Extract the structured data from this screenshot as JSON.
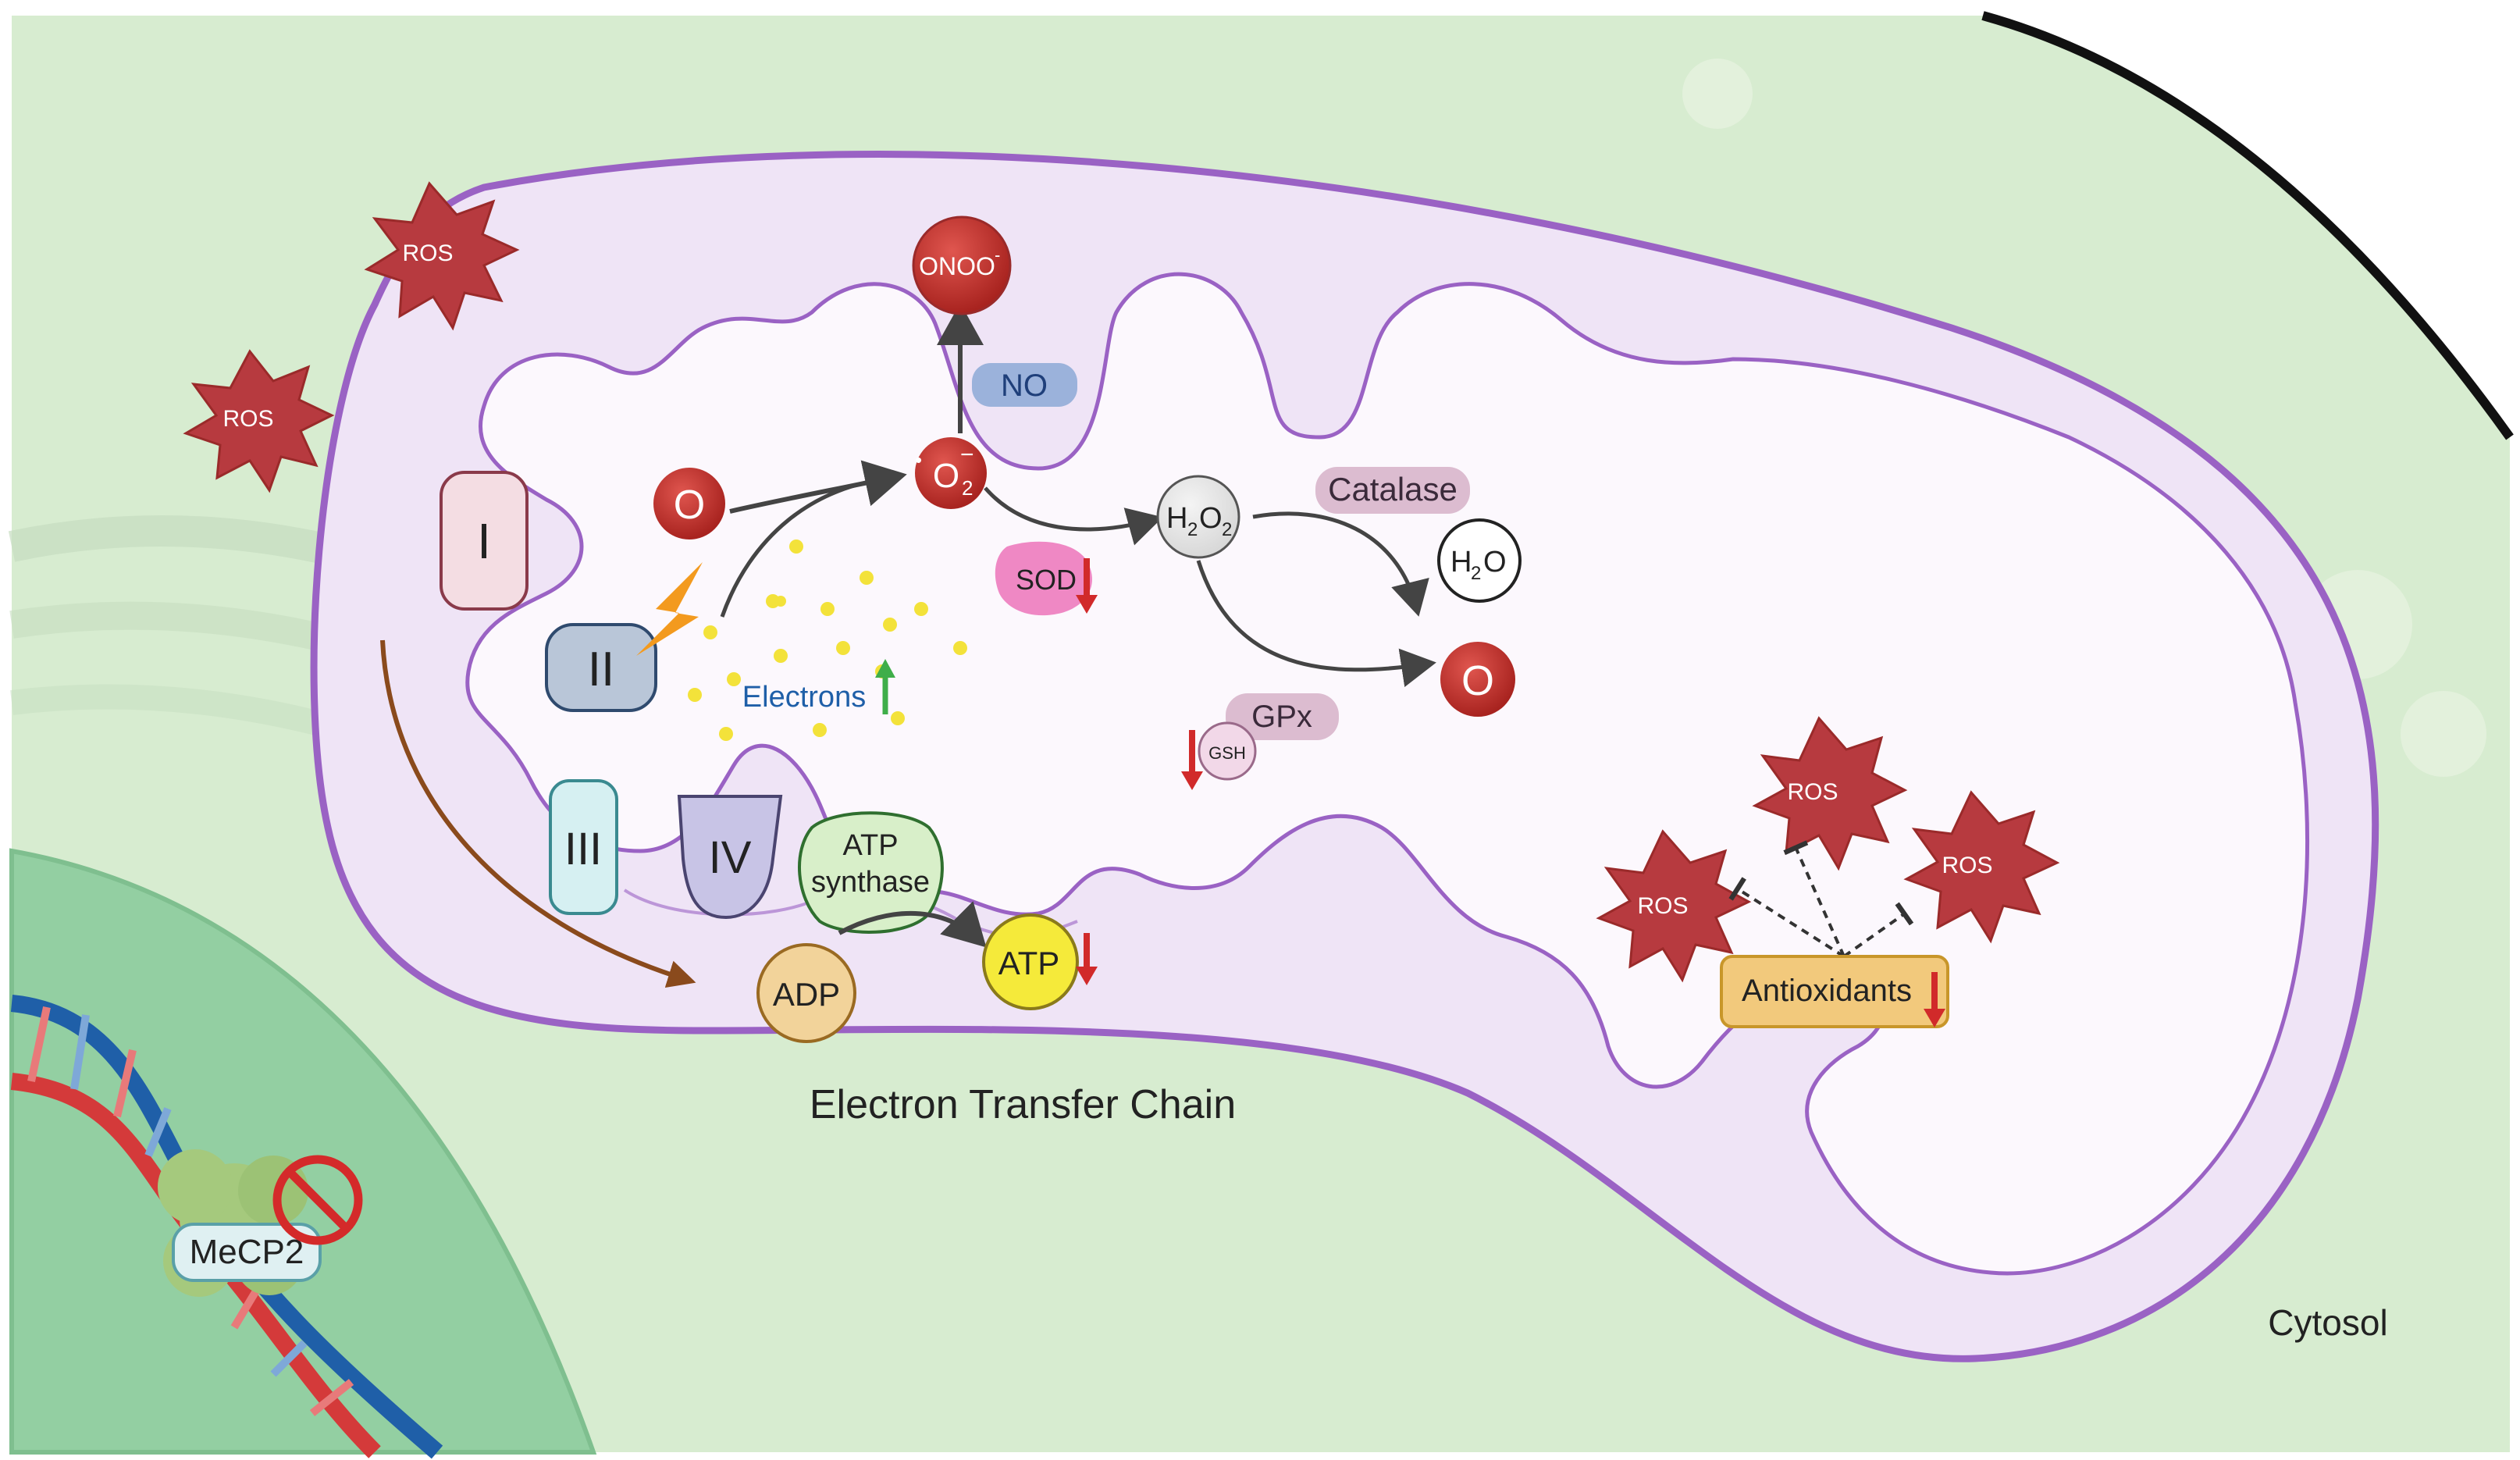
{
  "labels": {
    "ros": "ROS",
    "complex_1": "I",
    "complex_2": "II",
    "complex_3": "III",
    "complex_4": "IV",
    "oxygen": "O",
    "superoxide": "O",
    "superoxide_sub": "2",
    "superoxide_sup": "•",
    "superoxide_charge": "−",
    "peroxynitrite": "ONOO",
    "peroxynitrite_sup": "-",
    "no": "NO",
    "sod": "SOD",
    "h2o2_h": "H",
    "h2o2_sub1": "2",
    "h2o2_o": "O",
    "h2o2_sub2": "2",
    "catalase": "Catalase",
    "h2o_h": "H",
    "h2o_sub": "2",
    "h2o_o": "O",
    "gpx": "GPx",
    "gsh": "GSH",
    "electrons": "Electrons",
    "atp_synthase_line1": "ATP",
    "atp_synthase_line2": "synthase",
    "adp": "ADP",
    "atp": "ATP",
    "antioxidants": "Antioxidants",
    "etc": "Electron Transfer Chain",
    "cytosol": "Cytosol",
    "mecp2": "MeCP2"
  },
  "colors": {
    "cytosol": "#d7ecd0",
    "nucleus": "#93cfa2",
    "mito_outer": "#efe4f6",
    "mito_border": "#9a62c4",
    "matrix": "#fcf8fd",
    "ros": "#b73a3f",
    "oxygen": "#c2302a",
    "decrease_arrow": "#d12a2a",
    "increase_arrow": "#3fae49",
    "electron_dot": "#f3e23a",
    "lightning": "#f39a1e",
    "dna_blue": "#1f5fa8",
    "dna_red": "#d43a3a"
  },
  "icons": [
    "ros-starburst-icon",
    "lightning-icon",
    "down-arrow-icon",
    "up-arrow-icon",
    "no-symbol-icon",
    "protein-blob-icon",
    "dna-helix-icon"
  ]
}
